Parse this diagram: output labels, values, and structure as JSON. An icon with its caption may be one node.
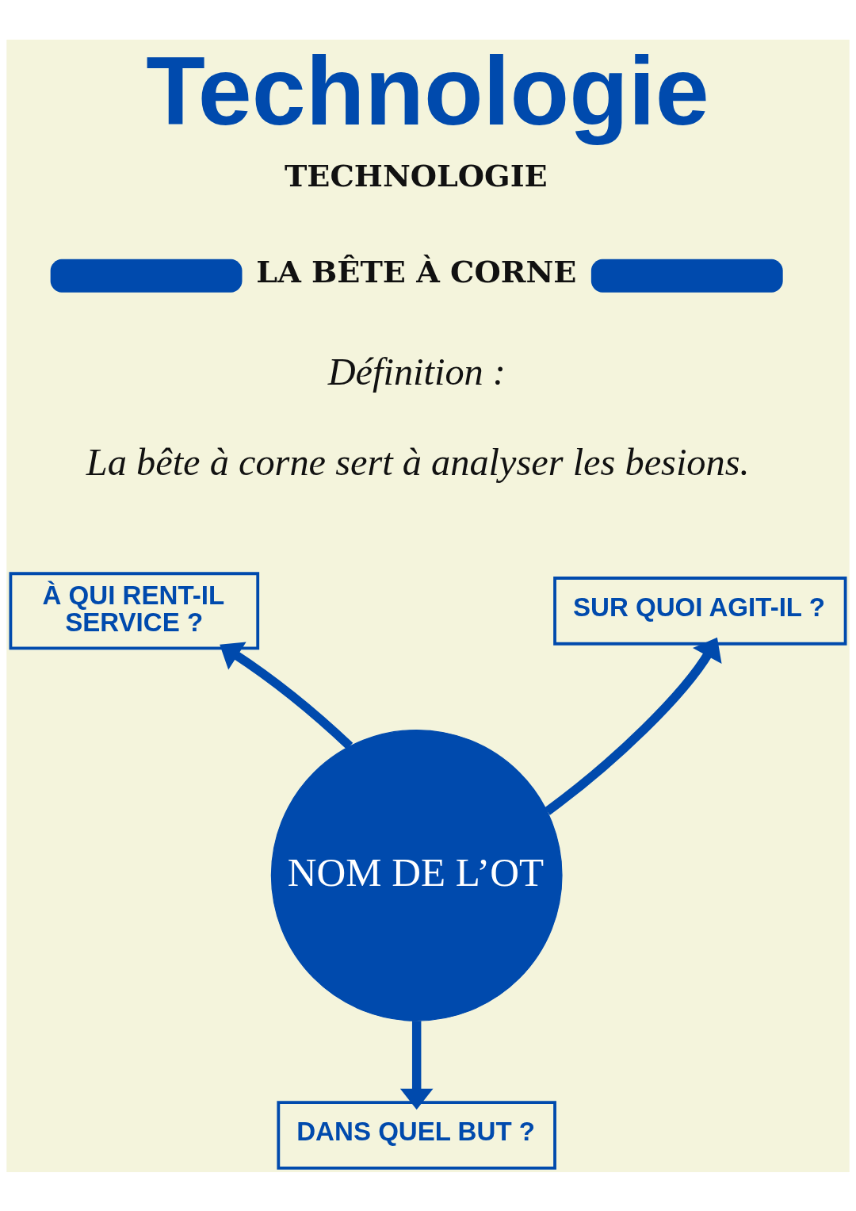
{
  "diagram": {
    "title": "Technologie",
    "nodes": [
      {
        "text": [
          "À QUI RENT-IL SERVICE ?"
        ]
      },
      {
        "text": [
          "SUR QUOI AGIT-IL ?"
        ]
      },
      {
        "text": [
          "NOM DE L’OT"
        ]
      },
      {
        "text": [
          "DANS QUEL BUT ?"
        ]
      }
    ],
    "edges": [
      {
        "from": 2,
        "to": 0,
        "arrow": "to"
      },
      {
        "from": 2,
        "to": 1,
        "arrow": "to"
      },
      {
        "from": 2,
        "to": 3,
        "arrow": "to"
      }
    ],
    "labels": [
      "TECHNOLOGIE",
      "LA BÊTE À CORNE",
      "Définition :",
      "La bête à corne sert à analyser les besions."
    ]
  }
}
